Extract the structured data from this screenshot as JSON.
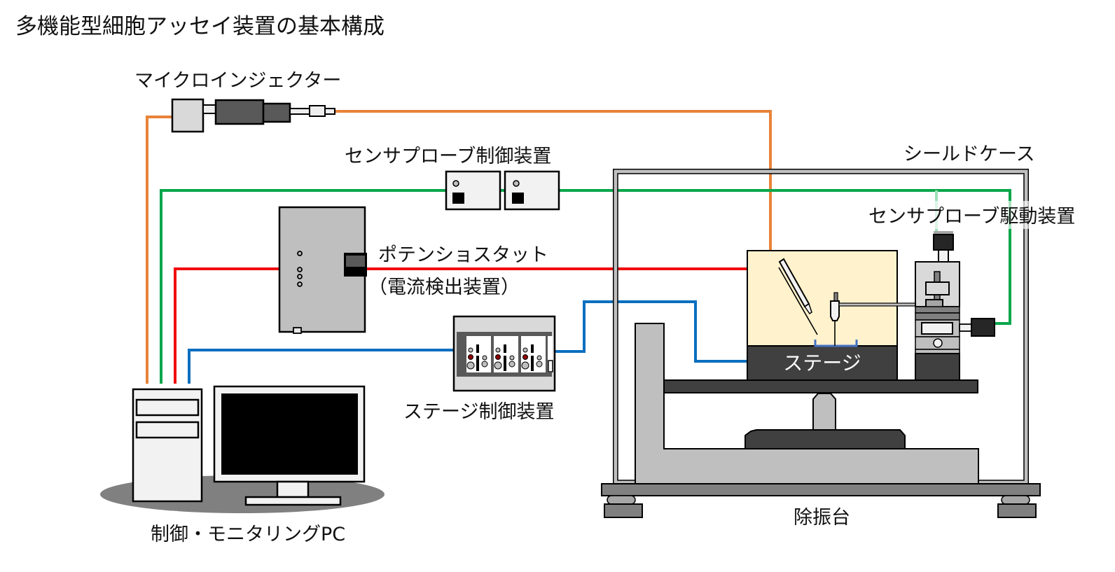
{
  "title": "多機能型細胞アッセイ装置の基本構成",
  "labels": {
    "micro_injector": "マイクロインジェクター",
    "sensor_probe_controller": "センサプローブ制御装置",
    "potentiostat": "ポテンショスタット",
    "potentiostat_sub": "（電流検出装置）",
    "stage_controller": "ステージ制御装置",
    "shield_case": "シールドケース",
    "sensor_probe_driver": "センサプローブ駆動装置",
    "stage": "ステージ",
    "vibration_isolation_table": "除振台",
    "control_pc": "制御・モニタリングPC"
  },
  "cable_colors": {
    "injector": "#e8833a",
    "sensor_probe": "#0aa64b",
    "potentiostat": "#f00d0d",
    "stage": "#0a6fbf",
    "dish": "#4472c4"
  }
}
